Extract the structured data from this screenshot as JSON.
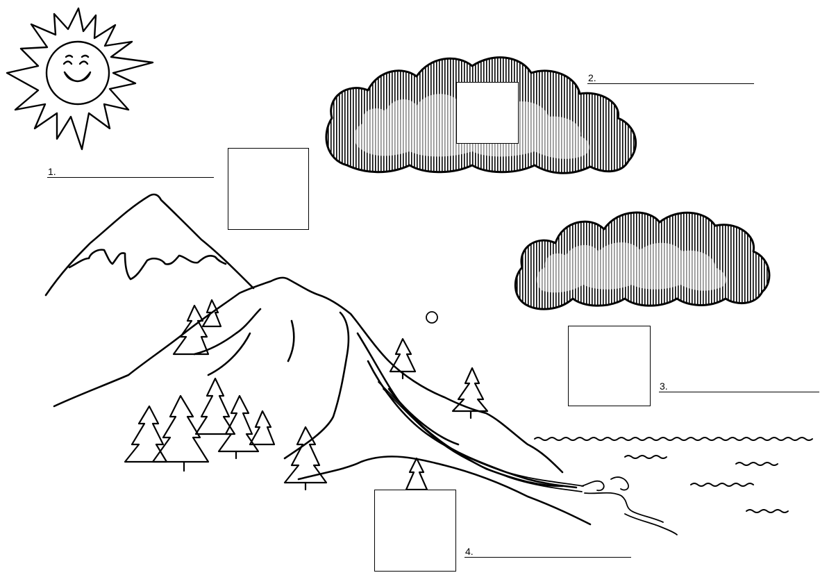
{
  "worksheet": {
    "labels": [
      {
        "id": "label-1",
        "text": "1."
      },
      {
        "id": "label-2",
        "text": "2."
      },
      {
        "id": "label-3",
        "text": "3."
      },
      {
        "id": "label-4",
        "text": "4."
      }
    ],
    "answer_boxes": 4
  },
  "icons": [
    "sun-icon",
    "cloud-icon",
    "cloud-icon",
    "mountain-icon",
    "mountain-icon",
    "pine-tree-icon",
    "river-icon",
    "lake-icon",
    "circle-marker-icon"
  ],
  "colors": {
    "ink": "#000000",
    "paper": "#ffffff"
  }
}
